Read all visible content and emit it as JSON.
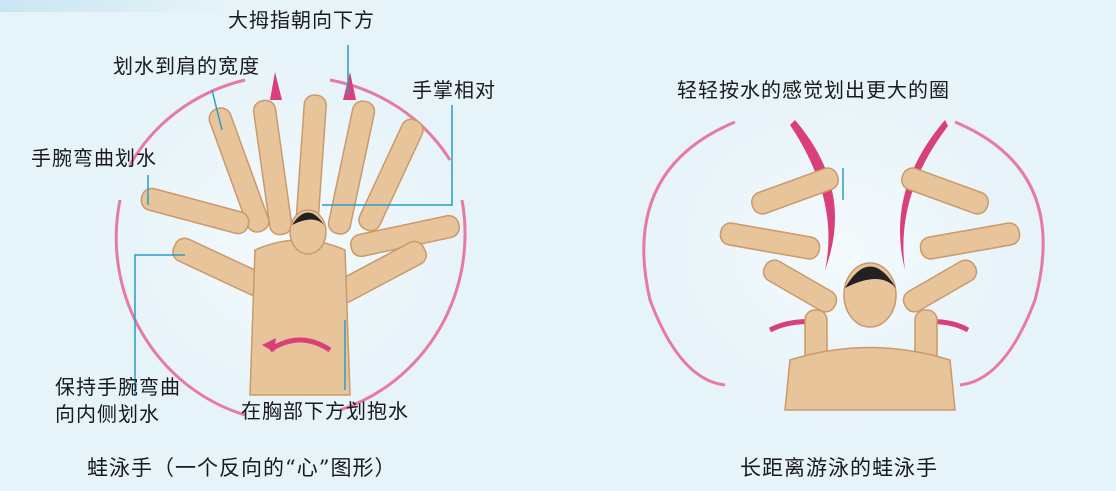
{
  "left_figure": {
    "caption": "蛙泳手（一个反向的“心”图形）",
    "labels": {
      "thumb_down": "大拇指朝向下方",
      "shoulder_width": "划水到肩的宽度",
      "palms_facing": "手掌相对",
      "wrist_bend": "手腕弯曲划水",
      "keep_wrist_line1": "保持手腕弯曲",
      "keep_wrist_line2": "向内侧划水",
      "under_chest": "在胸部下方划抱水"
    }
  },
  "right_figure": {
    "caption": "长距离游泳的蛙泳手",
    "labels": {
      "bigger_circle": "轻轻按水的感觉划出更大的圈"
    }
  },
  "colors": {
    "arrow": "#d9407a",
    "arrow_light": "#e77aa3",
    "skin": "#e8c49a",
    "skin_shadow": "#c99a6a",
    "hair": "#222222",
    "background": "#e6f3f9"
  }
}
